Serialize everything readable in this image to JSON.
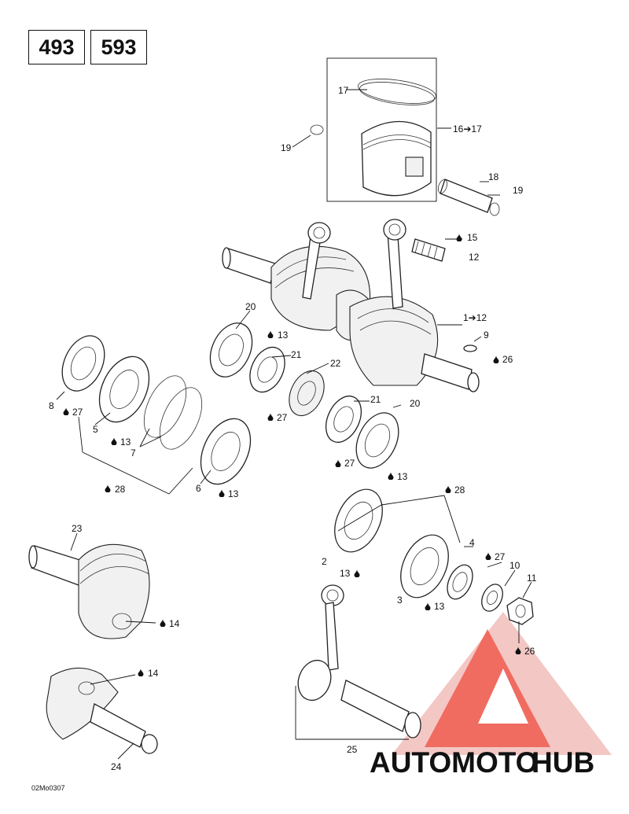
{
  "engine_codes": [
    "493",
    "593"
  ],
  "drawing_code": "02Mo0307",
  "callouts": {
    "n1to12": "1➔12",
    "n2": "2",
    "n3": "3",
    "n4": "4",
    "n5": "5",
    "n6": "6",
    "n7": "7",
    "n8": "8",
    "n9": "9",
    "n10": "10",
    "n11": "11",
    "n12": "12",
    "n13": "13",
    "n14": "14",
    "n15": "15",
    "n16to17": "16➔17",
    "n17": "17",
    "n18": "18",
    "n19": "19",
    "n20": "20",
    "n21": "21",
    "n22": "22",
    "n23": "23",
    "n24": "24",
    "n25": "25",
    "n26": "26",
    "n27": "27",
    "n28": "28"
  },
  "watermark": {
    "part1": "AUTOMOTO",
    "part2": "HUB",
    "color_light": "#f3c7c4",
    "color_dark": "#ef5a4f",
    "color_text1": "#f5b12b",
    "color_text2": "#8a8a8a"
  }
}
